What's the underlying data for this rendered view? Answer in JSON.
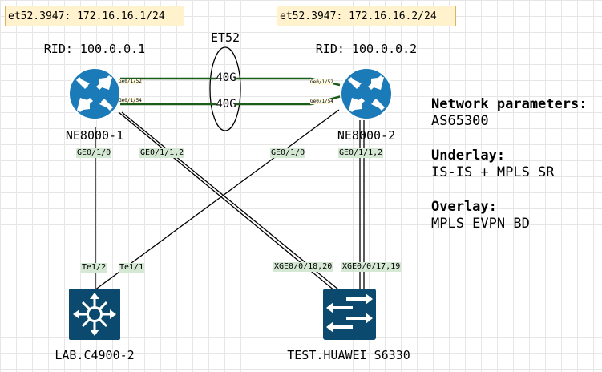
{
  "notes": {
    "left": "et52.3947: 172.16.16.1/24",
    "right": "et52.3947: 172.16.16.2/24"
  },
  "bundle": {
    "name": "ET52",
    "link_top": "40G",
    "link_bottom": "40G"
  },
  "routers": {
    "left": {
      "rid": "RID: 100.0.0.1",
      "name": "NE8000-1",
      "port_top": "Ge0/1/52",
      "port_bottom": "Ge0/1/54",
      "port_down_a": "GE0/1/0",
      "port_down_b": "GE0/1/1,2"
    },
    "right": {
      "rid": "RID: 100.0.0.2",
      "name": "NE8000-2",
      "port_top": "Ge0/1/52",
      "port_bottom": "Ge0/1/54",
      "port_down_a": "GE0/1/0",
      "port_down_b": "GE0/1/1,2"
    }
  },
  "switches": {
    "cisco": {
      "name": "LAB.C4900-2",
      "port_a": "Te1/2",
      "port_b": "Te1/1"
    },
    "huawei": {
      "name": "TEST.HUAWEI_S6330",
      "port_a": "XGE0/0/18,20",
      "port_b": "XGE0/0/17,19"
    }
  },
  "params": {
    "network_title": "Network parameters:",
    "network_value": "AS65300",
    "underlay_title": "Underlay:",
    "underlay_value": "IS-IS + MPLS SR",
    "overlay_title": "Overlay:",
    "overlay_value": "MPLS EVPN BD"
  },
  "colors": {
    "router_fill": "#1b7bb8",
    "switch_fill": "#0b4a6e",
    "bundle_link": "#1a5e1a",
    "port_label_bg": "#d5e8d4",
    "note_bg": "#fff2cc"
  },
  "icons": {
    "router": "router-icon",
    "cisco_switch": "layer3-switch-icon",
    "huawei_switch": "switch-arrows-icon"
  }
}
